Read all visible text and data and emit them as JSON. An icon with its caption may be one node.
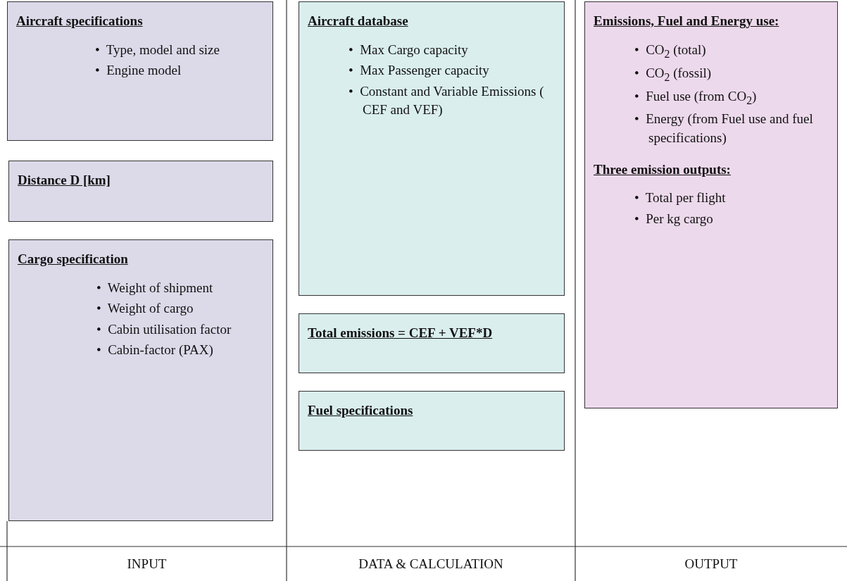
{
  "diagram": {
    "nodes": [
      {
        "text": [
          "Aircraft specifications",
          "•  Type, model and size",
          "•  Engine model"
        ]
      },
      {
        "text": [
          "Distance D [km]"
        ]
      },
      {
        "text": [
          "Cargo specification",
          "•  Weight of shipment",
          "•  Weight of cargo",
          "•  Cabin utilisation factor",
          "•  Cabin-factor (PAX)"
        ]
      },
      {
        "text": [
          "Aircraft database",
          "•  Max Cargo capacity",
          "•  Max Passenger capacity",
          "•  Constant and Variable Emissions ( CEF and VEF)"
        ]
      },
      {
        "text": [
          "Total emissions = CEF + VEF*D"
        ]
      },
      {
        "text": [
          "Fuel specifications"
        ]
      },
      {
        "text": [
          "Emissions, Fuel and Energy use:",
          "•  CO$_{2}$ (total)",
          "•  CO$_{2}$ (fossil)",
          "•  Fuel use (from CO$_{2}$)",
          "•  Energy (from Fuel use and fuel specifications)",
          "Three emission outputs:",
          "•  Total per flight",
          "•  Per kg cargo"
        ]
      }
    ],
    "edges": [],
    "labels": [
      "INPUT",
      "DATA & CALCULATION",
      "OUTPUT"
    ]
  }
}
